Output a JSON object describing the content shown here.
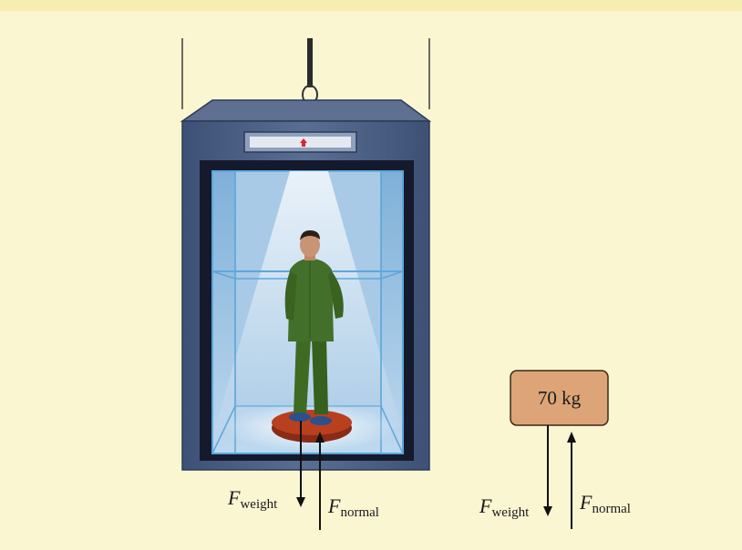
{
  "mass_box": {
    "label": "70 kg"
  },
  "forces": {
    "weight": {
      "symbol": "F",
      "subscript": "weight"
    },
    "normal": {
      "symbol": "F",
      "subscript": "normal"
    }
  },
  "colors": {
    "background": "#fbf6d2",
    "box_fill": "#dda577",
    "elevator_frame": "#4b5f85",
    "glass": "#9cc3e2",
    "uniform": "#3f6a22",
    "scale": "#b53a22",
    "indicator_arrow": "#d9262b"
  }
}
